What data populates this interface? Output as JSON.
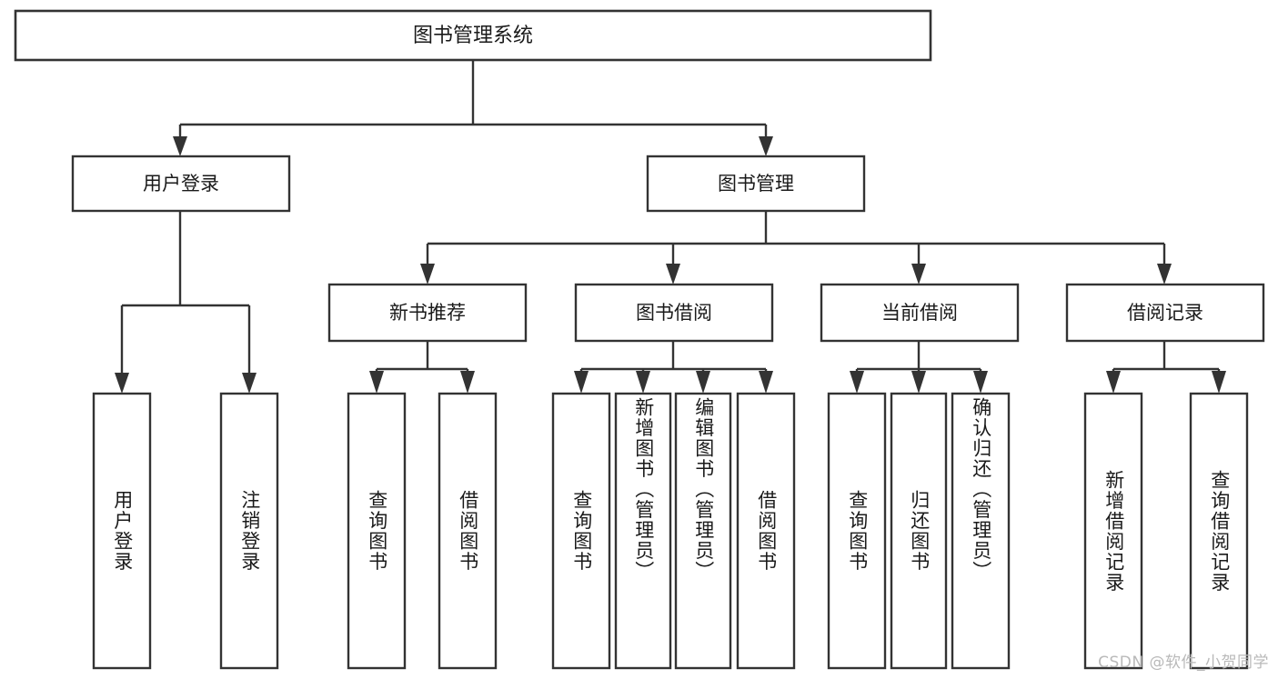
{
  "diagram": {
    "type": "tree-hierarchy",
    "title": "图书管理系统",
    "root": {
      "label": "图书管理系统"
    },
    "level2": [
      {
        "label": "用户登录"
      },
      {
        "label": "图书管理"
      }
    ],
    "level3": [
      {
        "label": "新书推荐"
      },
      {
        "label": "图书借阅"
      },
      {
        "label": "当前借阅"
      },
      {
        "label": "借阅记录"
      }
    ],
    "leaves": {
      "user_login": [
        {
          "label": "用户登录"
        },
        {
          "label": "注销登录"
        }
      ],
      "new_book_recommend": [
        {
          "label": "查询图书"
        },
        {
          "label": "借阅图书"
        }
      ],
      "book_borrow": [
        {
          "label": "查询图书"
        },
        {
          "label": "新增图书（管理员）"
        },
        {
          "label": "编辑图书（管理员）"
        },
        {
          "label": "借阅图书"
        }
      ],
      "current_borrow": [
        {
          "label": "查询图书"
        },
        {
          "label": "归还图书"
        },
        {
          "label": "确认归还（管理员）"
        }
      ],
      "borrow_record": [
        {
          "label": "新增借阅记录"
        },
        {
          "label": "查询借阅记录"
        }
      ]
    }
  },
  "watermark": {
    "text": "CSDN @软件_小贺同学"
  },
  "colors": {
    "stroke": "#333333",
    "box_fill": "#ffffff",
    "text": "#1a1a1a",
    "watermark": "#b9b9b9",
    "background": "#ffffff"
  }
}
